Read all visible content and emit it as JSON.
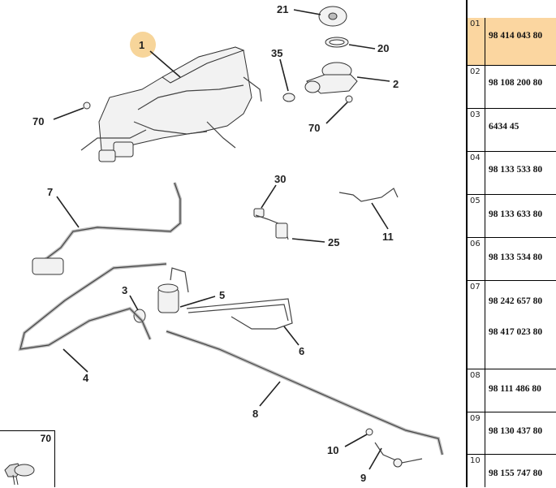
{
  "callouts": {
    "c1": "1",
    "c2": "2",
    "c3": "3",
    "c4": "4",
    "c5": "5",
    "c6": "6",
    "c7": "7",
    "c8": "8",
    "c9": "9",
    "c10": "10",
    "c11": "11",
    "c20": "20",
    "c21": "21",
    "c25": "25",
    "c30": "30",
    "c35": "35",
    "c70a": "70",
    "c70b": "70"
  },
  "inset": {
    "label": "70"
  },
  "table": {
    "rows": [
      {
        "index": "01",
        "refs": [
          "98 414 043 80"
        ],
        "selected": true
      },
      {
        "index": "02",
        "refs": [
          "98 108 200 80"
        ]
      },
      {
        "index": "03",
        "refs": [
          "6434 45"
        ]
      },
      {
        "index": "04",
        "refs": [
          "98 133 533 80"
        ]
      },
      {
        "index": "05",
        "refs": [
          "98 133 633 80"
        ]
      },
      {
        "index": "06",
        "refs": [
          "98 133 534 80"
        ]
      },
      {
        "index": "07",
        "refs": [
          "98 242 657 80",
          "98 417 023 80"
        ]
      },
      {
        "index": "08",
        "refs": [
          "98 111 486 80"
        ]
      },
      {
        "index": "09",
        "refs": [
          "98 130 437 80"
        ]
      },
      {
        "index": "10",
        "refs": [
          "98 155 747 80"
        ]
      }
    ]
  },
  "colors": {
    "highlight": "#f7d59a",
    "row_selected": "#fbd6a0"
  }
}
